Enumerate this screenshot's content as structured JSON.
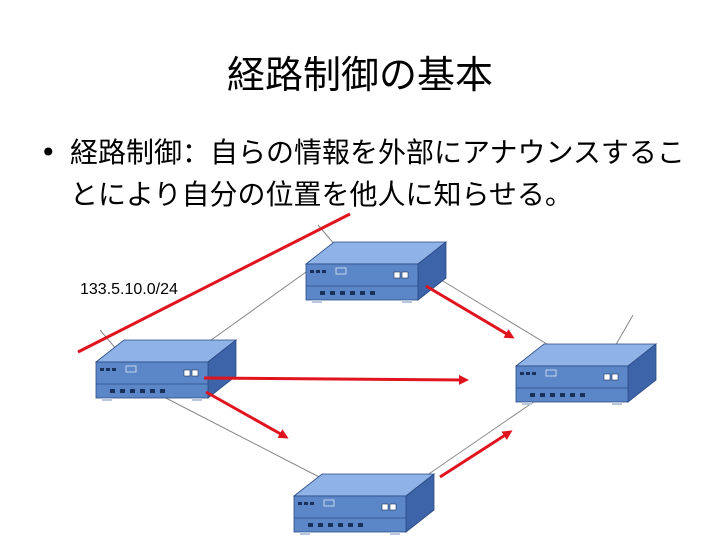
{
  "slide": {
    "title": "経路制御の基本",
    "bullet_marker": "•",
    "bullet_text": "経路制御：自らの情報を外部にアナウンスすることにより自分の位置を他人に知らせる。"
  },
  "diagram": {
    "prefix_label": "133.5.10.0/24",
    "colors": {
      "link_line": "#888888",
      "announce_arrow": "#e0141e",
      "router_top": "#8fb3e6",
      "router_front": "#5b86c8",
      "router_side": "#3d64a8",
      "router_edge": "#2b4a86"
    },
    "icons": [
      "router-icon",
      "arrow-icon"
    ]
  }
}
